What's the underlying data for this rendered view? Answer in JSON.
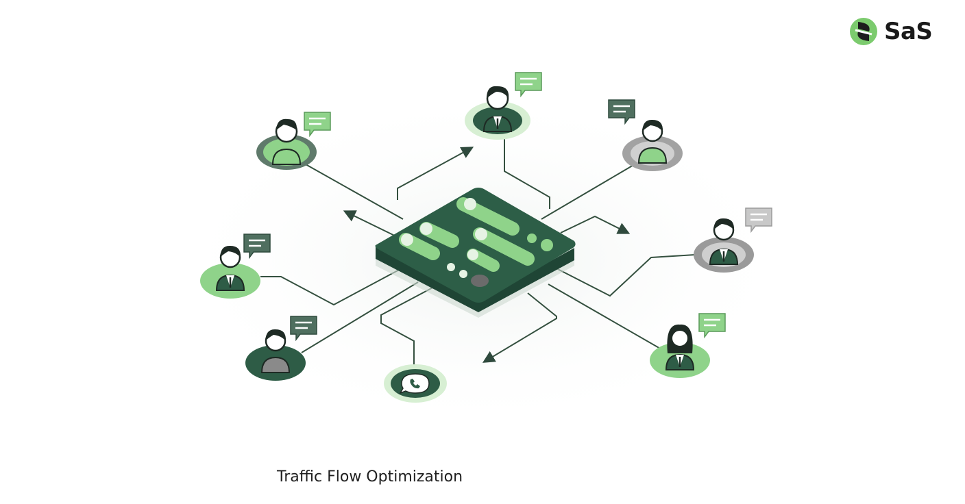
{
  "brand": {
    "name": "SaS",
    "icon": "brand-logo-icon",
    "colors": {
      "green": "#7ccb6e",
      "dark": "#1d1d1d"
    }
  },
  "caption": "Traffic Flow Optimization",
  "palette": {
    "dark_green": "#2e5c46",
    "mid_green": "#5a8f6d",
    "light_green": "#8fd38a",
    "pale_green": "#cfeccb",
    "grey": "#9a9a9a",
    "dark_grey": "#5e5e5e",
    "line": "#3d5a4b",
    "ink": "#1e2a24"
  },
  "nodes": [
    {
      "role": "agent",
      "ring": "grey-green",
      "shirt": "green",
      "bubble": "green"
    },
    {
      "role": "agent",
      "ring": "pale-green",
      "shirt": "suit",
      "bubble": "green"
    },
    {
      "role": "agent",
      "ring": "grey",
      "shirt": "green",
      "bubble": "dark"
    },
    {
      "role": "agent",
      "ring": "green",
      "shirt": "suit",
      "bubble": "dark"
    },
    {
      "role": "agent",
      "ring": "grey",
      "shirt": "suit",
      "bubble": "grey"
    },
    {
      "role": "agent",
      "ring": "dark-green",
      "shirt": "grey",
      "bubble": "dark"
    },
    {
      "role": "agent",
      "ring": "green",
      "shirt": "suit-female",
      "bubble": "green"
    },
    {
      "role": "phone",
      "ring": "pale-green",
      "icon": "phone-chat-icon"
    }
  ]
}
